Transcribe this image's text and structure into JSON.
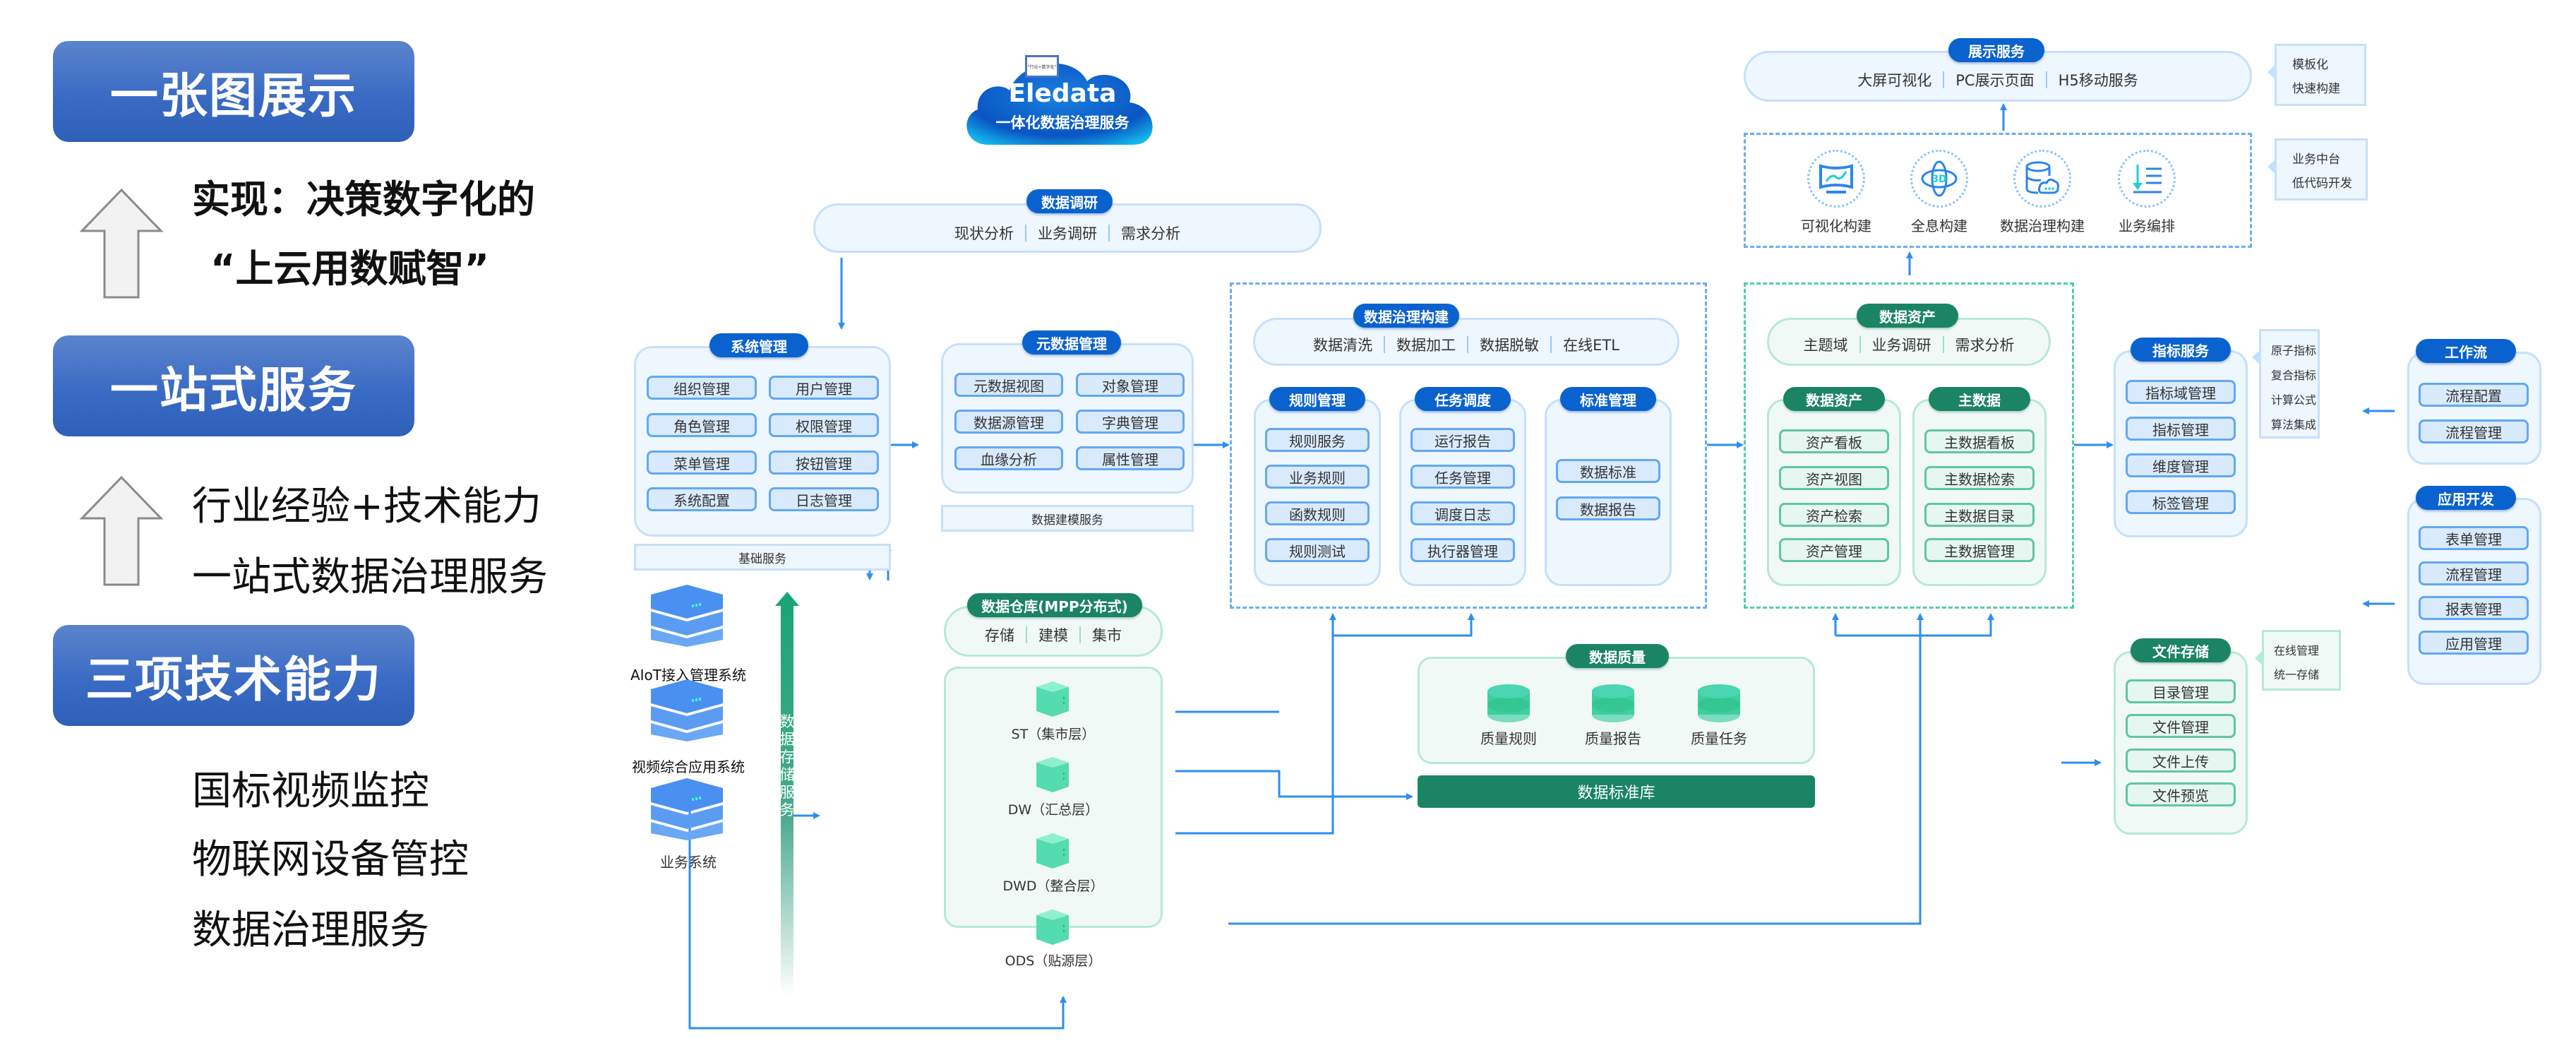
{
  "left_panel": {
    "banners": [
      "一张图展示",
      "一站式服务",
      "三项技术能力"
    ],
    "realize_line1": "实现：决策数字化的",
    "realize_line2": "“上云用数赋智”",
    "onestop_line1": "行业经验+技术能力",
    "onestop_line2": "一站式数据治理服务",
    "capabilities": [
      "国标视频监控",
      "物联网设备管控",
      "数据治理服务"
    ]
  },
  "cloud": {
    "badge": "“行业+数字化”",
    "title": "Eledata",
    "subtitle": "一体化数据治理服务"
  },
  "research": {
    "tag": "数据调研",
    "items": [
      "现状分析",
      "业务调研",
      "需求分析"
    ]
  },
  "system_mgmt": {
    "tag": "系统管理",
    "items": [
      "组织管理",
      "用户管理",
      "角色管理",
      "权限管理",
      "菜单管理",
      "按钮管理",
      "系统配置",
      "日志管理"
    ],
    "base": "基础服务"
  },
  "metadata_mgmt": {
    "tag": "元数据管理",
    "items": [
      "元数据视图",
      "对象管理",
      "数据源管理",
      "字典管理",
      "血缘分析",
      "属性管理"
    ],
    "base": "数据建模服务"
  },
  "sources": {
    "items": [
      "AIoT接入管理系统",
      "视频综合应用系统",
      "业务系统"
    ]
  },
  "storage_service": {
    "label": "数据存储服务"
  },
  "warehouse": {
    "tag": "数据仓库(MPP分布式)",
    "items": [
      "存储",
      "建模",
      "集市"
    ],
    "layers": [
      "ST（集市层）",
      "DW（汇总层）",
      "DWD（整合层）",
      "ODS（贴源层）"
    ]
  },
  "governance": {
    "tag": "数据治理构建",
    "items": [
      "数据清洗",
      "数据加工",
      "数据脱敏",
      "在线ETL"
    ],
    "groups": [
      {
        "tag": "规则管理",
        "items": [
          "规则服务",
          "业务规则",
          "函数规则",
          "规则测试"
        ]
      },
      {
        "tag": "任务调度",
        "items": [
          "运行报告",
          "任务管理",
          "调度日志",
          "执行器管理"
        ]
      },
      {
        "tag": "标准管理",
        "items": [
          "数据标准",
          "数据报告"
        ]
      }
    ]
  },
  "quality": {
    "tag": "数据质量",
    "items": [
      "质量规则",
      "质量报告",
      "质量任务"
    ],
    "standard_lib": "数据标准库"
  },
  "assets": {
    "tag": "数据资产",
    "items": [
      "主题域",
      "业务调研",
      "需求分析"
    ],
    "groups": [
      {
        "tag": "数据资产",
        "items": [
          "资产看板",
          "资产视图",
          "资产检索",
          "资产管理"
        ]
      },
      {
        "tag": "主数据",
        "items": [
          "主数据看板",
          "主数据检索",
          "主数据目录",
          "主数据管理"
        ]
      }
    ]
  },
  "display": {
    "tag": "展示服务",
    "items": [
      "大屏可视化",
      "PC展示页面",
      "H5移动服务"
    ],
    "note": [
      "模板化",
      "快速构建"
    ]
  },
  "builders": {
    "items": [
      {
        "icon": "chart-screen-icon",
        "label": "可视化构建"
      },
      {
        "icon": "3d-orbit-icon",
        "label": "全息构建"
      },
      {
        "icon": "database-cloud-icon",
        "label": "数据治理构建"
      },
      {
        "icon": "sort-list-icon",
        "label": "业务编排"
      }
    ],
    "note": [
      "业务中台",
      "低代码开发"
    ]
  },
  "metrics": {
    "tag": "指标服务",
    "items": [
      "指标域管理",
      "指标管理",
      "维度管理",
      "标签管理"
    ],
    "note": [
      "原子指标",
      "复合指标",
      "计算公式",
      "算法集成"
    ]
  },
  "workflow": {
    "tag": "工作流",
    "items": [
      "流程配置",
      "流程管理"
    ]
  },
  "appdev": {
    "tag": "应用开发",
    "items": [
      "表单管理",
      "流程管理",
      "报表管理",
      "应用管理"
    ]
  },
  "file_storage": {
    "tag": "文件存储",
    "items": [
      "目录管理",
      "文件管理",
      "文件上传",
      "文件预览"
    ],
    "note": [
      "在线管理",
      "统一存储"
    ]
  },
  "colors": {
    "blue_tag": "#0a62cf",
    "green_tag": "#1a8464",
    "line_blue": "#2e8ef0",
    "banner_blue": "#3a6bc4"
  }
}
